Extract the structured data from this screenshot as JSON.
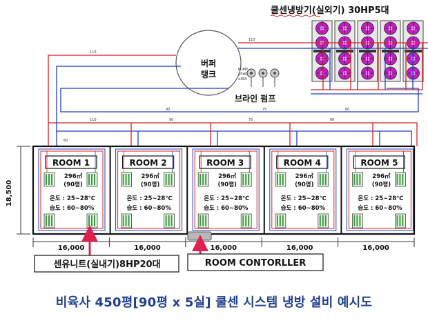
{
  "header": {
    "outdoor_units_label": "쿨센냉방기(실외기) 30HP5대"
  },
  "buffer_tank": {
    "label_line1": "버퍼",
    "label_line2": "탱크"
  },
  "pump": {
    "label": "브라인 펌프",
    "spec_line1": "PUMP",
    "spec_line2": "15HP",
    "spec_line3": "x3EA"
  },
  "pipe_labels": {
    "a": "110",
    "b": "110",
    "c": "90",
    "d": "75",
    "e": "60",
    "f": "110",
    "g": "90",
    "h": "75",
    "i": "60",
    "j": "60"
  },
  "rooms": [
    {
      "name": "ROOM 1",
      "area": "296㎡",
      "pyeong": "(90평)",
      "temp": "온도 : 25~28℃",
      "humidity": "습도 : 60~80%"
    },
    {
      "name": "ROOM 2",
      "area": "296㎡",
      "pyeong": "(90평)",
      "temp": "온도 : 25~28℃",
      "humidity": "습도 : 60~80%"
    },
    {
      "name": "ROOM 3",
      "area": "296㎡",
      "pyeong": "(90평)",
      "temp": "온도 : 25~28℃",
      "humidity": "습도 : 60~80%"
    },
    {
      "name": "ROOM 4",
      "area": "296㎡",
      "pyeong": "(90평)",
      "temp": "온도 : 25~28℃",
      "humidity": "습도 : 60~80%"
    },
    {
      "name": "ROOM 5",
      "area": "296㎡",
      "pyeong": "(90평)",
      "temp": "온도 : 25~28℃",
      "humidity": "습도 : 60~80%"
    }
  ],
  "dimensions": {
    "height": "18,500",
    "widths": [
      "16,000",
      "16,000",
      "16,000",
      "16,000",
      "16,000"
    ]
  },
  "callouts": {
    "indoor_unit": "센유니트(실내기)8HP20대",
    "controller": "ROOM CONTORLLER"
  },
  "caption": "비육사 450평[90평 x 5실] 쿨센 시스템 냉방 설비 예시도",
  "colors": {
    "supply_pipe": "#1f3fbf",
    "return_pipe": "#d42020",
    "fan": "#c020c0",
    "indoor_unit": "#3c9a3c",
    "callout_arrow": "#e02050",
    "caption": "#1f3f8f"
  }
}
